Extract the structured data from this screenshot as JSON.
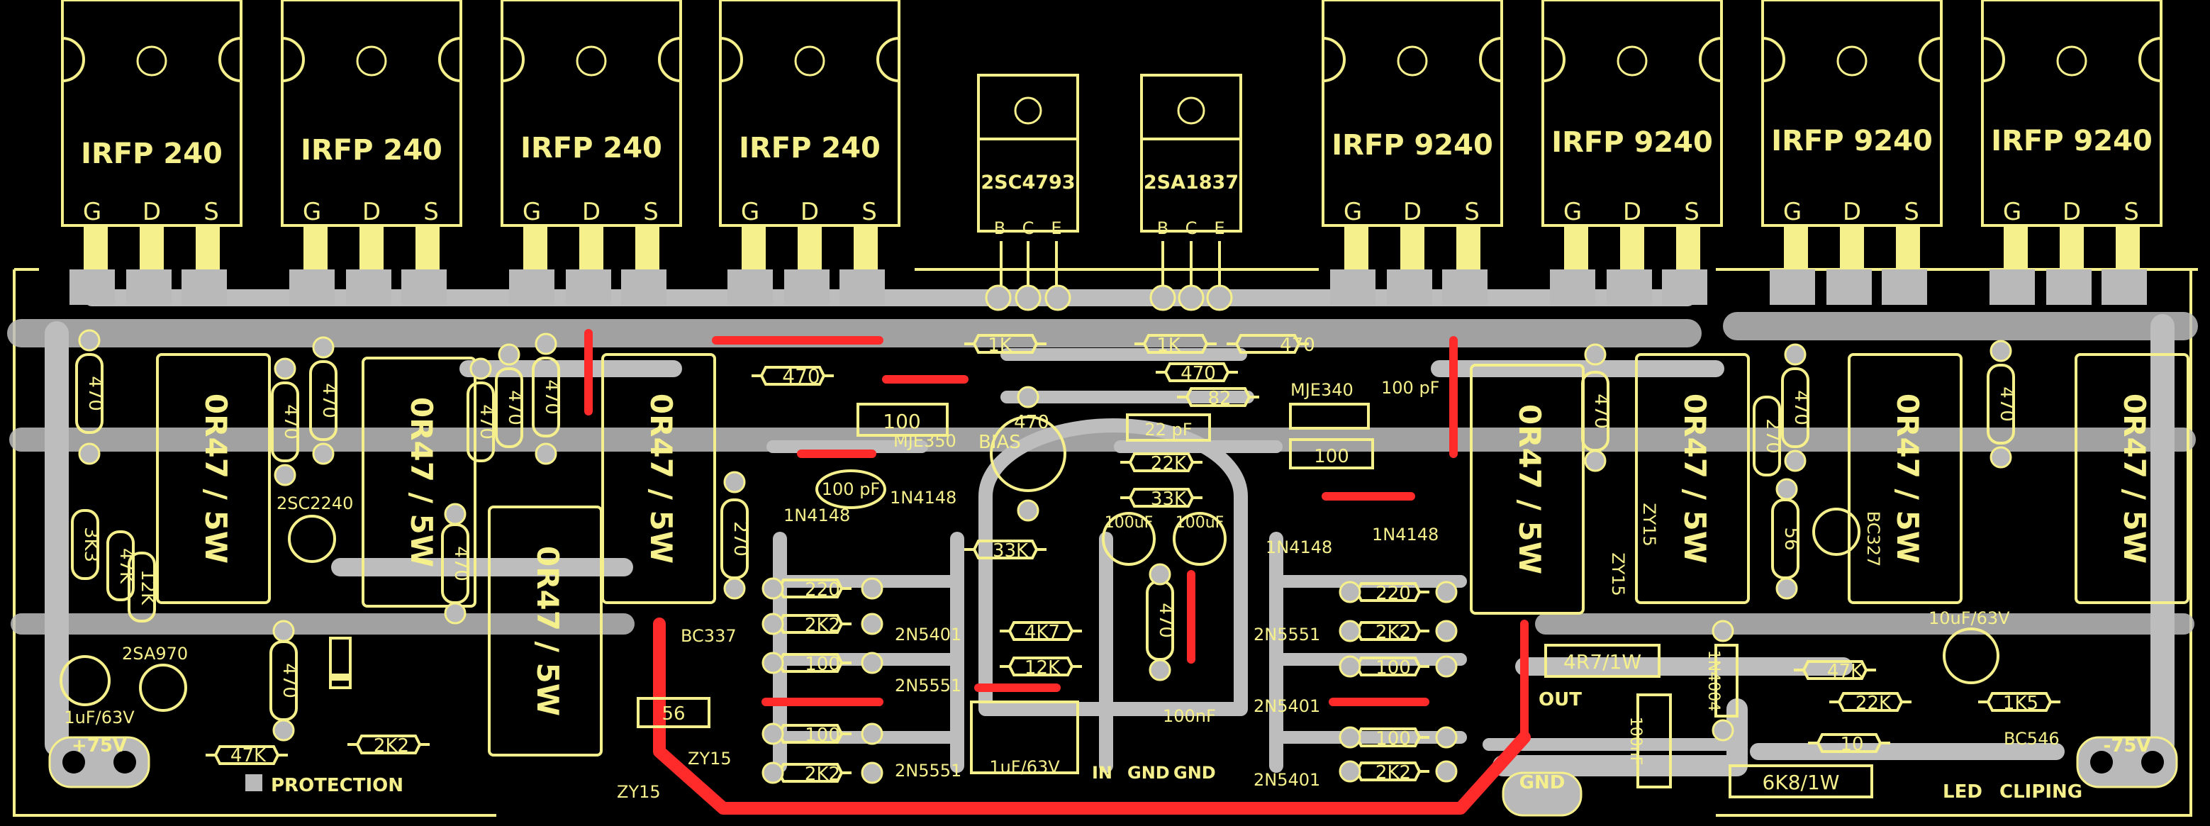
{
  "board": {
    "colors": {
      "background": "#000000",
      "silkscreen": "#f6f08c",
      "copper": "#bdbdbd",
      "jumper": "#ff2a2a"
    }
  },
  "mosfets": {
    "n_channel": [
      "IRFP 240",
      "IRFP 240",
      "IRFP 240",
      "IRFP 240"
    ],
    "p_channel": [
      "IRFP 9240",
      "IRFP 9240",
      "IRFP 9240",
      "IRFP 9240"
    ],
    "pins": [
      "G",
      "D",
      "S"
    ]
  },
  "drivers": {
    "npn": "2SC4793",
    "pnp": "2SA1837",
    "pins": [
      "B",
      "C",
      "E"
    ]
  },
  "power_resistors": {
    "value": "0R47 / 5W"
  },
  "resistors": {
    "r470": "470",
    "r270": "270",
    "r3k3": "3K3",
    "r12k": "12K",
    "r47k": "47K",
    "r2k2": "2K2",
    "r100": "100",
    "r220": "220",
    "r1k": "1K",
    "r82": "82",
    "r22k": "22K",
    "r33k": "33K",
    "r4k7": "4K7",
    "r56": "56",
    "r10": "10",
    "r1k5": "1K5",
    "r4r7": "4R7/1W",
    "r6k8": "6K8/1W"
  },
  "capacitors": {
    "c100pf": "100 pF",
    "c22pf": "22 pF",
    "c100uf": "100uF",
    "c1uf": "1uF/63V",
    "c10uf": "10uF/63V",
    "c100nf": "100nF",
    "c100nf_out": "100nF"
  },
  "semis": {
    "d1n4148": "1N4148",
    "d1n4004": "1N4004",
    "zy15": "ZY15",
    "q2n5401": "2N5401",
    "q2n5551": "2N5551",
    "qmje340": "MJE340",
    "qmje350": "MJE350",
    "q2sc2240": "2SC2240",
    "q2sa970": "2SA970",
    "qbc337": "BC337",
    "qbc327": "BC327",
    "qbc546": "BC546"
  },
  "labels": {
    "bias": "BIAS",
    "protection": "PROTECTION",
    "out": "OUT",
    "gnd": "GND",
    "in": "IN",
    "plus75": "+75V",
    "minus75": "-75V",
    "led": "LED",
    "cliping": "CLIPING",
    "pot": "470"
  }
}
